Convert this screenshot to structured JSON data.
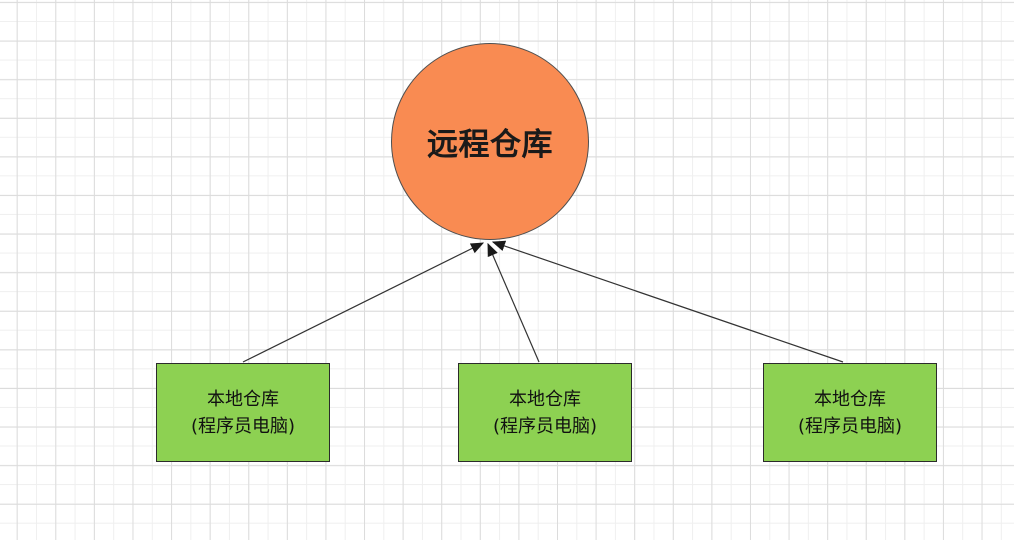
{
  "diagram": {
    "remote_repository": {
      "label": "远程仓库",
      "shape": "circle",
      "fill_color": "#F98B52",
      "border_color": "#4F4F4F",
      "text_color": "#1A1A1A"
    },
    "local_repositories": [
      {
        "lines": [
          "本地仓库",
          "(程序员电脑)"
        ]
      },
      {
        "lines": [
          "本地仓库",
          "(程序员电脑)"
        ]
      },
      {
        "lines": [
          "本地仓库",
          "(程序员电脑)"
        ]
      }
    ],
    "local_repository_style": {
      "shape": "rectangle",
      "fill_color": "#8DD152",
      "border_color": "#2B2B2B",
      "text_color": "#111111"
    },
    "connectors": {
      "count": 3,
      "direction": "local-to-remote",
      "line_color": "#333333",
      "arrowhead": "filled-triangle",
      "arrowhead_color": "#1A1A1A"
    },
    "canvas": {
      "background_color": "#FFFFFF",
      "grid_minor_color": "#EFEFEF",
      "grid_major_color": "#DCDCDC"
    }
  }
}
